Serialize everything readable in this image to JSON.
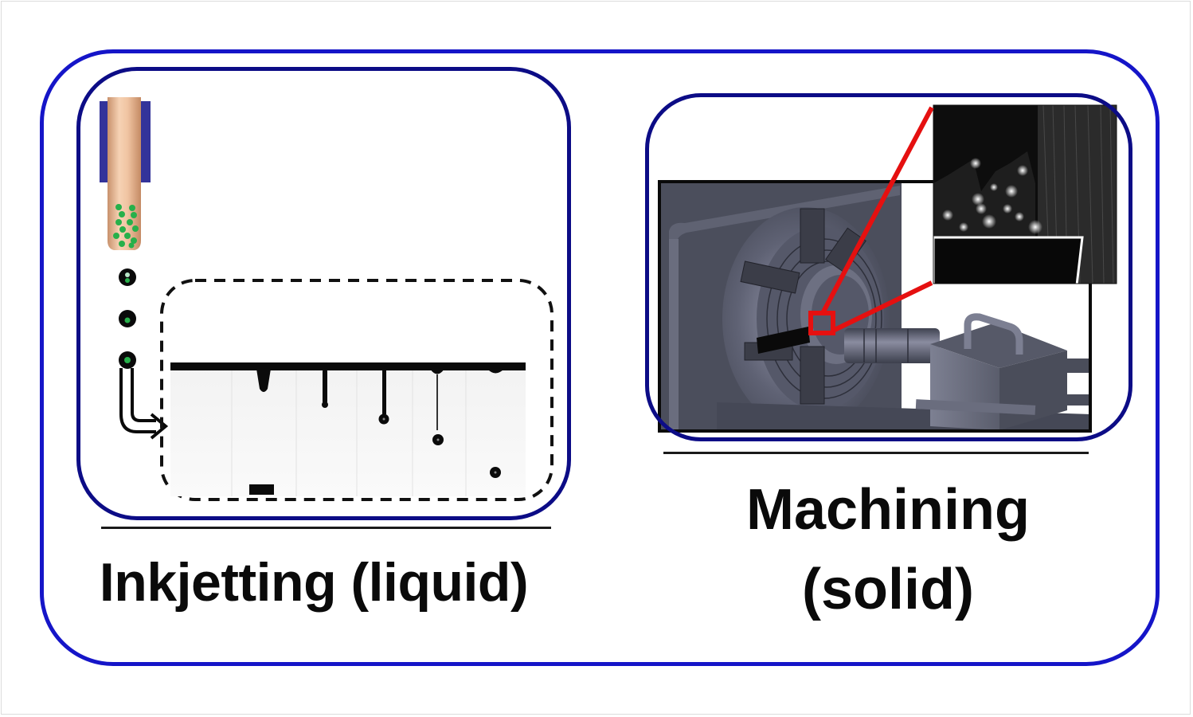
{
  "figure": {
    "colors": {
      "outer_border": "#1515c8",
      "panel_border": "#0c0c86",
      "highlight": "#e51010",
      "nozzle_body": "#e8b48e",
      "nozzle_collar": "#33339a",
      "particles": "#27b04a",
      "machine_gray": "#4d5060"
    },
    "left_panel": {
      "title": "Inkjetting (liquid)",
      "nozzle_icon": "nozzle-with-particles",
      "droplets_in_flight": 3,
      "high_speed_frames": 6
    },
    "right_panel": {
      "title_line1": "Machining",
      "title_line2": "(solid)",
      "render": "lathe-chuck-with-workpiece",
      "inset": "micrograph-of-cut-surface"
    }
  }
}
